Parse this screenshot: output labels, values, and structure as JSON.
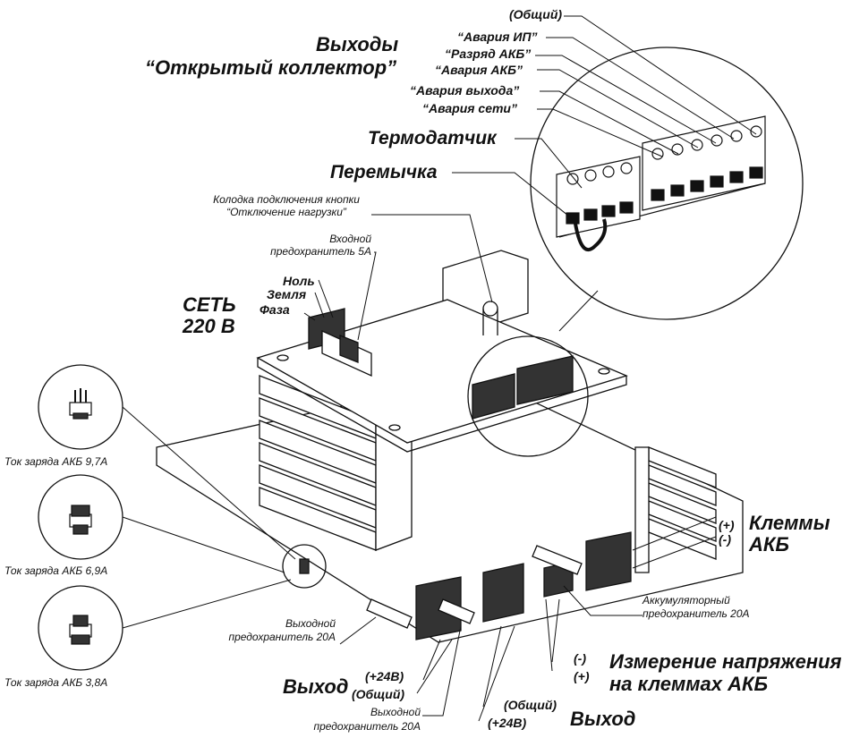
{
  "labels": {
    "outputs_title_1": "Выходы",
    "outputs_title_2": "“Открытый коллектор”",
    "common_top": "(Общий)",
    "alarm_ps": "“Авария ИП”",
    "battery_discharge": "“Разряд АКБ”",
    "battery_alarm": "“Авария АКБ”",
    "output_alarm": "“Авария выхода”",
    "mains_alarm": "“Авария сети”",
    "thermosensor": "Термодатчик",
    "jumper": "Перемычка",
    "button_block_1": "Колодка подключения кнопки",
    "button_block_2": "“Отключение нагрузки”",
    "input_fuse_1": "Входной",
    "input_fuse_2": "предохранитель 5А",
    "neutral": "Ноль",
    "ground": "Земля",
    "phase": "Фаза",
    "mains_1": "СЕТЬ",
    "mains_2": "220 В",
    "charge_97": "Ток заряда АКБ 9,7А",
    "charge_69": "Ток заряда АКБ 6,9А",
    "charge_38": "Ток заряда АКБ 3,8А",
    "plus_akb": "(+)",
    "minus_akb": "(-)",
    "akb_terminals_1": "Клеммы",
    "akb_terminals_2": "АКБ",
    "battery_fuse_1": "Аккумуляторный",
    "battery_fuse_2": "предохранитель 20А",
    "output_fuse_left_1": "Выходной",
    "output_fuse_left_2": "предохранитель 20А",
    "output_left": "Выход",
    "plus24_left": "(+24В)",
    "common_left": "(Общий)",
    "output_fuse_bottom_1": "Выходной",
    "output_fuse_bottom_2": "предохранитель 20А",
    "common_right": "(Общий)",
    "plus24_right": "(+24В)",
    "output_right": "Выход",
    "measure_minus": "(-)",
    "measure_plus": "(+)",
    "measure_1": "Измерение напряжения",
    "measure_2": "на клеммах АКБ"
  },
  "colors": {
    "line": "#111111",
    "block": "#333333",
    "board": "#ffffff"
  }
}
